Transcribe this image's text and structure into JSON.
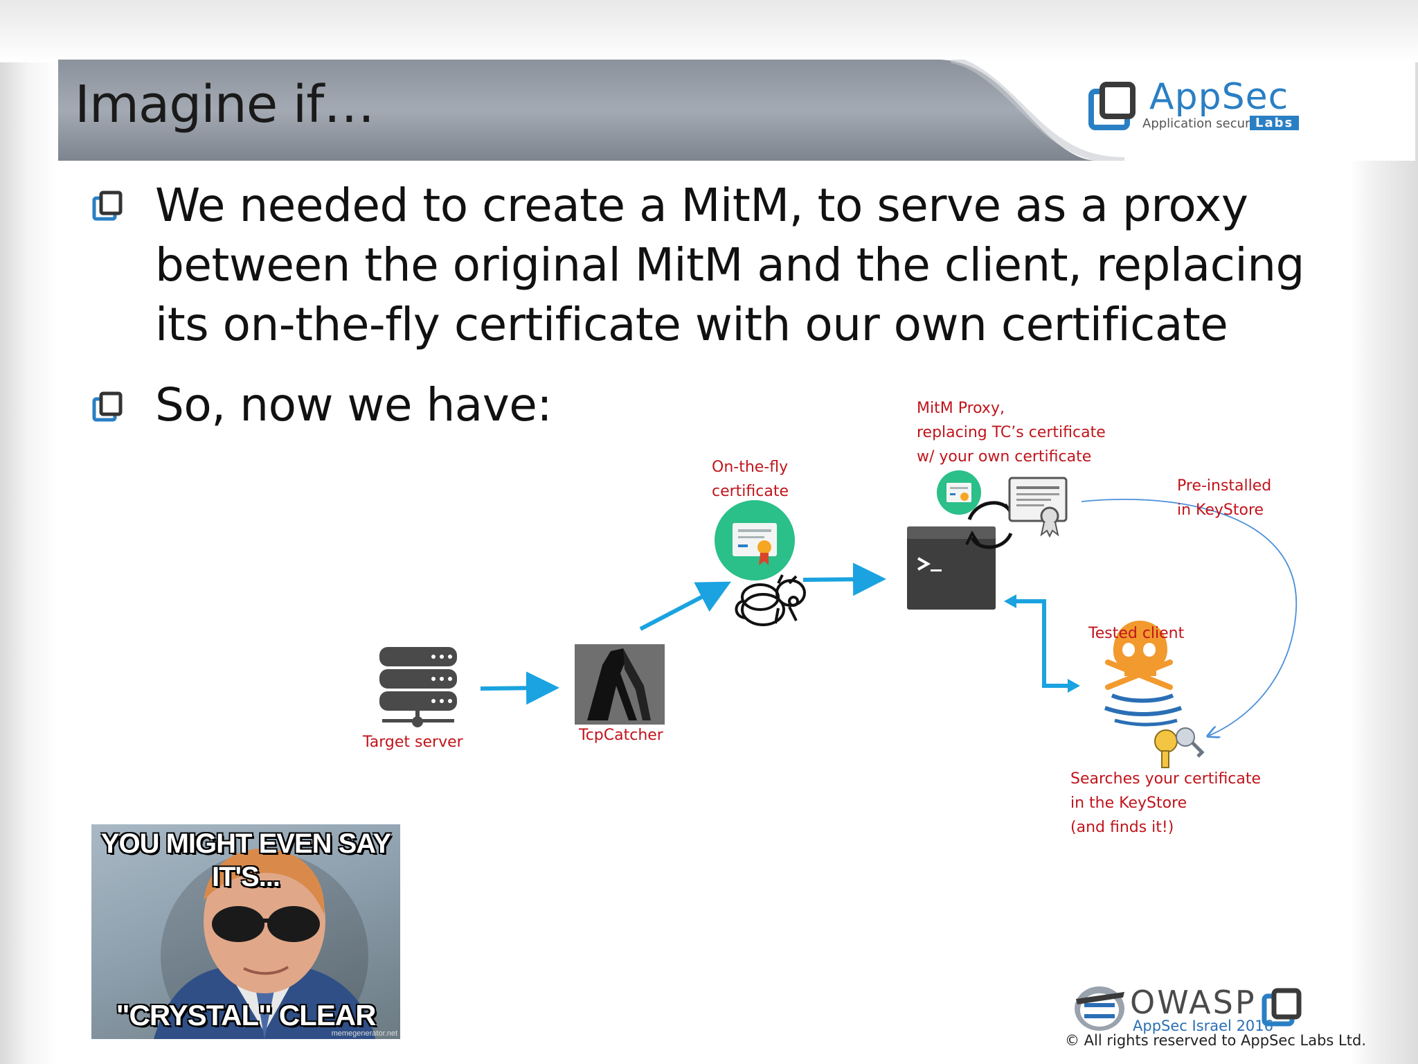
{
  "slide": {
    "title": "Imagine if…",
    "bullets": [
      {
        "text": "We needed to create a MitM, to serve as a proxy between the original MitM and the client, replacing its on-the-fly certificate with our own certificate"
      },
      {
        "text": "So, now we have:"
      }
    ]
  },
  "logo": {
    "brand": "AppSec",
    "tagline": "Application security",
    "labs": "Labs"
  },
  "diagram": {
    "labels": {
      "target_server": "Target server",
      "tcpcatcher": "TcpCatcher",
      "on_the_fly": "On-the-fly\ncertificate",
      "mitm_proxy": "MitM Proxy,\nreplacing TC’s certificate\nw/ your own certificate",
      "pre_installed": "Pre-installed\nin KeyStore",
      "tested_client": "Tested client",
      "searches": "Searches your certificate\nin the KeyStore\n(and finds it!)"
    },
    "icons": [
      "server-icon",
      "tcpcatcher-icon",
      "certificate-badge-icon",
      "fly-icon",
      "terminal-icon",
      "certificate-document-icon",
      "sync-arrows-icon",
      "java-skull-icon",
      "keys-icon"
    ],
    "accent_color": "#1aa3e0",
    "label_color": "#c0141b"
  },
  "meme": {
    "top_text": "YOU MIGHT EVEN SAY\nIT'S...",
    "bottom_text": "\"CRYSTAL\" CLEAR",
    "watermark": "memegenerator.net"
  },
  "footer": {
    "owasp": "OWASP",
    "event": "AppSec Israel 2016",
    "copyright": "© All rights reserved to AppSec Labs Ltd."
  }
}
